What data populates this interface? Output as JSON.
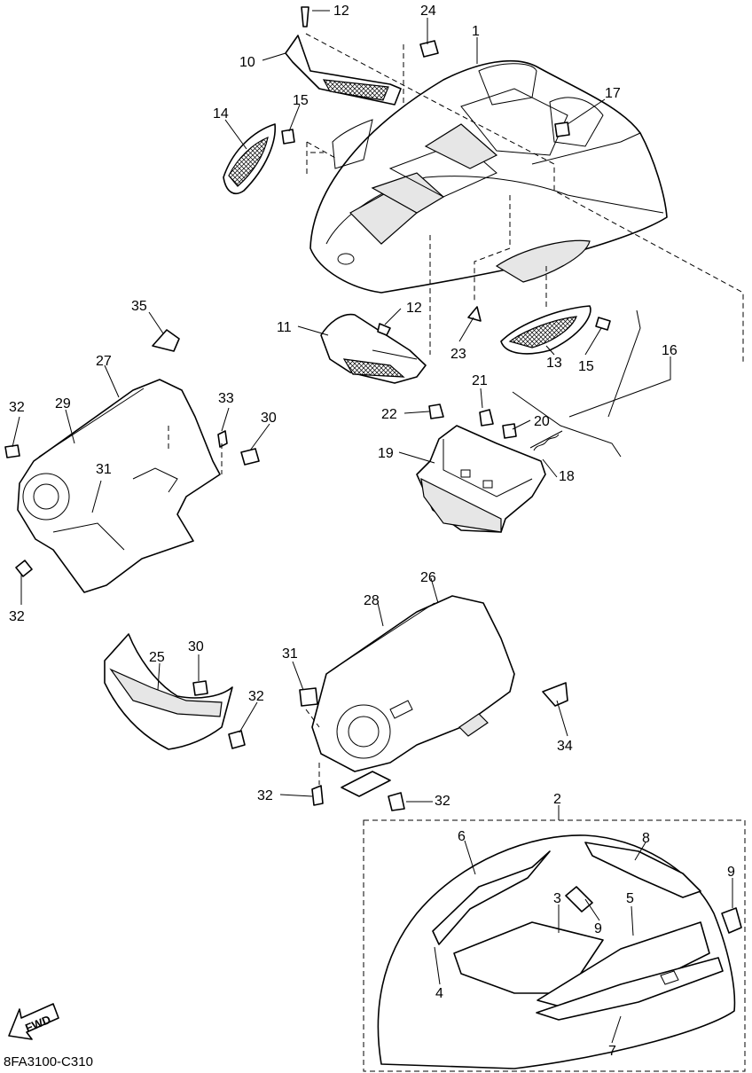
{
  "diagram_code": "8FA3100-C310",
  "fwd_label": "FWD",
  "callouts": {
    "c1": "1",
    "c2": "2",
    "c3": "3",
    "c4": "4",
    "c5": "5",
    "c6": "6",
    "c7": "7",
    "c8": "8",
    "c9a": "9",
    "c9b": "9",
    "c10": "10",
    "c11": "11",
    "c12a": "12",
    "c12b": "12",
    "c13": "13",
    "c14": "14",
    "c15a": "15",
    "c15b": "15",
    "c16": "16",
    "c17": "17",
    "c18": "18",
    "c19": "19",
    "c20": "20",
    "c21": "21",
    "c22": "22",
    "c23": "23",
    "c24": "24",
    "c25": "25",
    "c26": "26",
    "c27": "27",
    "c28": "28",
    "c29": "29",
    "c30a": "30",
    "c30b": "30",
    "c31a": "31",
    "c31b": "31",
    "c32a": "32",
    "c32b": "32",
    "c32c": "32",
    "c32d": "32",
    "c32e": "32",
    "c33": "33",
    "c34": "34",
    "c35": "35"
  }
}
